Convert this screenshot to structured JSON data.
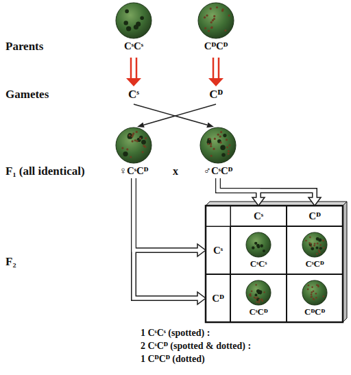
{
  "diagram": {
    "nodes": [
      {
        "text": [
          "CˢCˢ"
        ]
      },
      {
        "text": [
          "CᴰCᴰ"
        ]
      },
      {
        "text": [
          "♀CˢCᴰ"
        ]
      },
      {
        "text": [
          "♂CˢCᴰ"
        ]
      },
      {
        "text": [
          "Cˢ"
        ]
      },
      {
        "text": [
          "Cᴰ"
        ]
      },
      {
        "text": [
          "Cˢ"
        ]
      },
      {
        "text": [
          "CˢCˢ"
        ]
      },
      {
        "text": [
          "CˢCᴰ"
        ]
      },
      {
        "text": [
          "Cᴰ"
        ]
      },
      {
        "text": [
          "CˢCᴰ"
        ]
      },
      {
        "text": [
          "CᴰCᴰ"
        ]
      }
    ],
    "edges": [
      {
        "from": 2,
        "to": 6,
        "arrow": "to"
      },
      {
        "from": 2,
        "to": 9,
        "arrow": "to"
      },
      {
        "from": 3,
        "to": 4,
        "arrow": "to"
      },
      {
        "from": 3,
        "to": 5,
        "arrow": "to"
      }
    ],
    "labels": [
      "Parents",
      "Gametes",
      "Cˢ",
      "Cᴰ",
      "F₁ (all identical)",
      "x",
      "F₂",
      "1 CˢCˢ (spotted) :",
      "2 CˢCᴰ (spotted & dotted) :",
      "1 CᴰCᴰ (dotted)"
    ]
  }
}
